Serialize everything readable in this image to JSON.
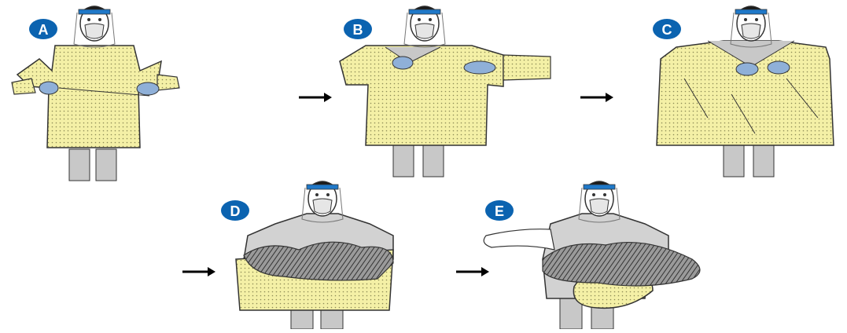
{
  "steps": [
    {
      "label": "A",
      "gown": "on"
    },
    {
      "label": "B",
      "gown": "pulling-forward"
    },
    {
      "label": "C",
      "gown": "folding-inward"
    },
    {
      "label": "D",
      "gown": "rolled-bundle"
    },
    {
      "label": "E",
      "gown": "rolled-bundle-arm-out"
    }
  ],
  "colors": {
    "badge": "#0b63b0",
    "gown": "#f4f0a6",
    "gown_dots": "#8c8a55",
    "glove": "#8fb0d8",
    "face_shield_band": "#1f78c8",
    "pants": "#c8c8c8",
    "shirt": "#d2d2d2",
    "outline": "#333333",
    "arrow": "#000000"
  }
}
